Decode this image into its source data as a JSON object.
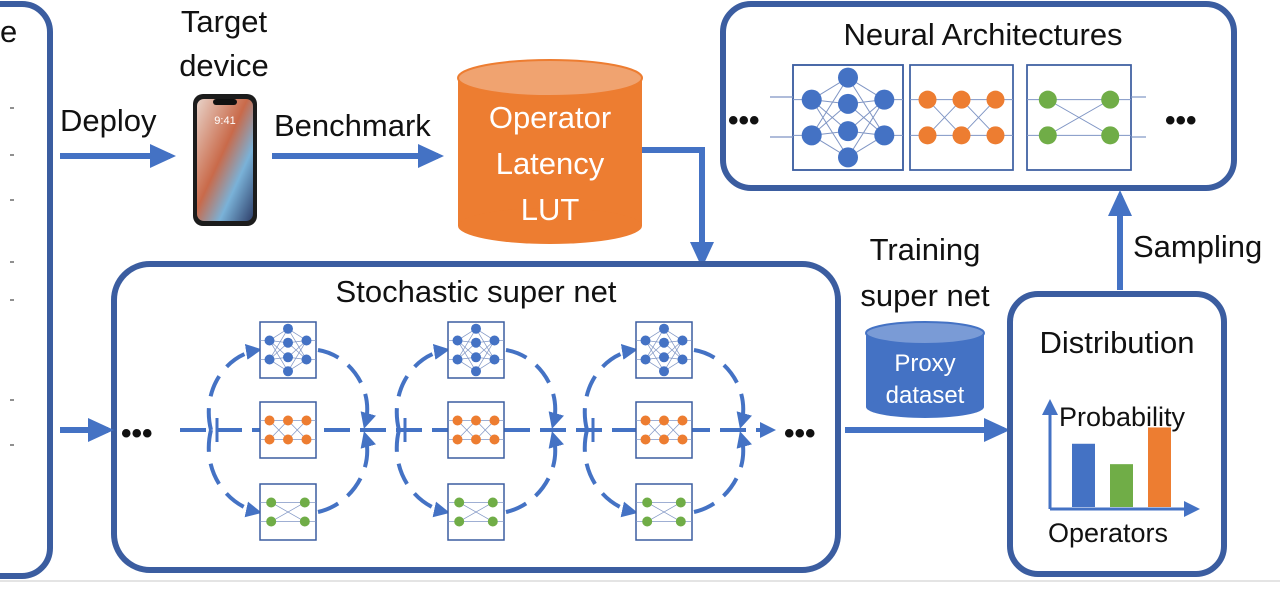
{
  "labels": {
    "left_partial": "e",
    "target_device": [
      "Target",
      "device"
    ],
    "deploy": "Deploy",
    "benchmark": "Benchmark",
    "lut": [
      "Operator",
      "Latency",
      "LUT"
    ],
    "neural_architectures": "Neural Architectures",
    "ellipsis": "•••",
    "sampling": "Sampling",
    "training_super_net": [
      "Training",
      "super net"
    ],
    "proxy_dataset": [
      "Proxy",
      "dataset"
    ],
    "distribution": "Distribution",
    "probability": "Probability",
    "operators": "Operators",
    "stochastic_super_net": "Stochastic super net",
    "phone_time": "9:41"
  },
  "colors": {
    "arrow_blue": "#4472c4",
    "box_border": "#3b5da0",
    "op_blue": "#4472c4",
    "op_orange": "#ed7d31",
    "op_green": "#70ad47",
    "cylinder_orange": "#ed7d31",
    "cylinder_blue": "#4472c4"
  },
  "distribution_chart": {
    "categories": [
      "blue",
      "green",
      "orange"
    ],
    "values": [
      0.62,
      0.42,
      0.78
    ]
  }
}
